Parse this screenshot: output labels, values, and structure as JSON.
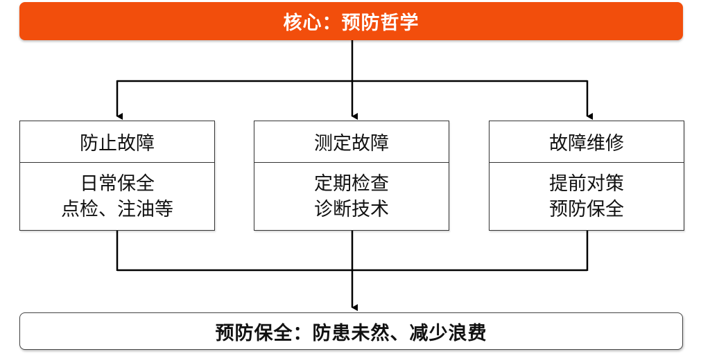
{
  "header": {
    "title": "核心：预防哲学"
  },
  "columns": [
    {
      "title": "防止故障",
      "lines": [
        "日常保全",
        "点检、注油等"
      ]
    },
    {
      "title": "测定故障",
      "lines": [
        "定期检查",
        "诊断技术"
      ]
    },
    {
      "title": "故障维修",
      "lines": [
        "提前对策",
        "预防保全"
      ]
    }
  ],
  "footer": {
    "conclusion": "预防保全：防患未然、减少浪费"
  },
  "colors": {
    "accent": "#f24e0c",
    "line": "#000000",
    "border": "#333333"
  }
}
